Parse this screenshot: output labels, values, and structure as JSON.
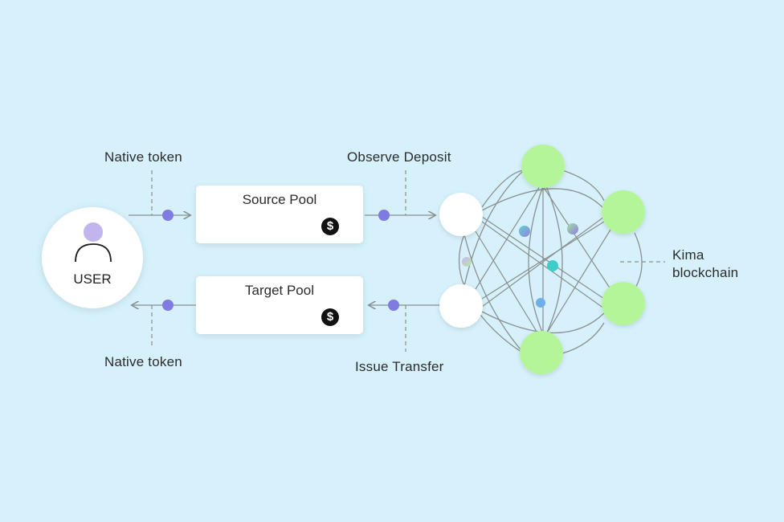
{
  "labels": {
    "native_token_top": "Native token",
    "native_token_bottom": "Native token",
    "observe_deposit": "Observe Deposit",
    "issue_transfer": "Issue Transfer",
    "kima_line1": "Kima",
    "kima_line2": "blockchain"
  },
  "user": {
    "label": "USER",
    "icon": "user-icon"
  },
  "pools": {
    "source": {
      "title": "Source Pool",
      "icon": "dollar-icon",
      "symbol": "$"
    },
    "target": {
      "title": "Target Pool",
      "icon": "dollar-icon",
      "symbol": "$"
    }
  },
  "colors": {
    "background": "#d6f1fb",
    "node_white": "#ffffff",
    "node_green": "#b5f59a",
    "edge": "#8a9090",
    "token_dot": "#7f7be0",
    "user_icon": "#c2b4ec"
  }
}
